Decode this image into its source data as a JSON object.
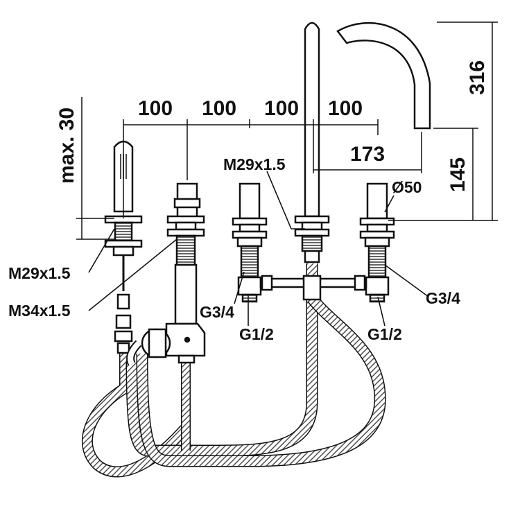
{
  "diagram": {
    "colors": {
      "ink": "#111111",
      "paper": "#ffffff",
      "hose": "#777777"
    },
    "spacing_labels": [
      "100",
      "100",
      "100",
      "100"
    ],
    "height_total": "316",
    "height_spout": "145",
    "reach": "173",
    "max_label": "max. 30",
    "diameter": "Ø50",
    "thread_spout": "M29x1.5",
    "thread_left_1": "M29x1.5",
    "thread_left_2": "M34x1.5",
    "connector_left_1": "G3/4",
    "connector_left_2": "G1/2",
    "connector_right_1": "G3/4",
    "connector_right_2": "G1/2"
  }
}
